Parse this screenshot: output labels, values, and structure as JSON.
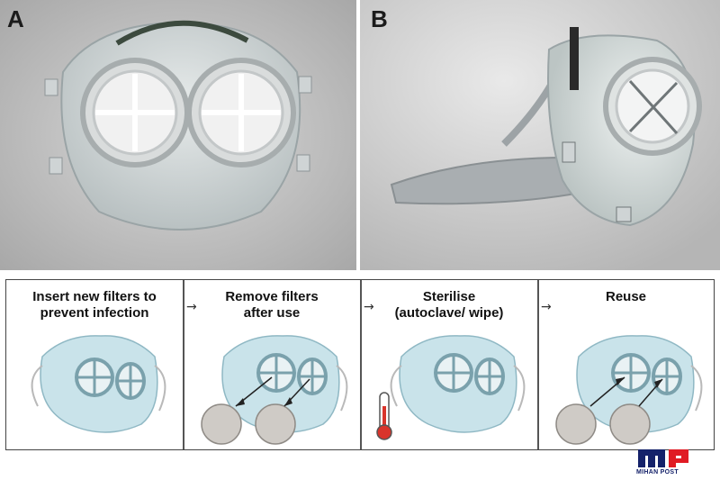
{
  "panels": {
    "a": {
      "letter": "A"
    },
    "b": {
      "letter": "B"
    }
  },
  "process_steps": [
    {
      "label": "Insert new filters to\nprevent infection"
    },
    {
      "label": "Remove filters\nafter use"
    },
    {
      "label": "Sterilise\n(autoclave/ wipe)"
    },
    {
      "label": "Reuse"
    }
  ],
  "arrow_glyph": "→",
  "logo": {
    "text": "MIHAN POST",
    "colors": {
      "blue": "#15226a",
      "red": "#e01b24"
    }
  },
  "colors": {
    "mask_fill": "#c9e3ea",
    "mask_stroke": "#8fb8c4",
    "filter_disc": "#cfcbc6",
    "thermometer": "#d9342b"
  }
}
